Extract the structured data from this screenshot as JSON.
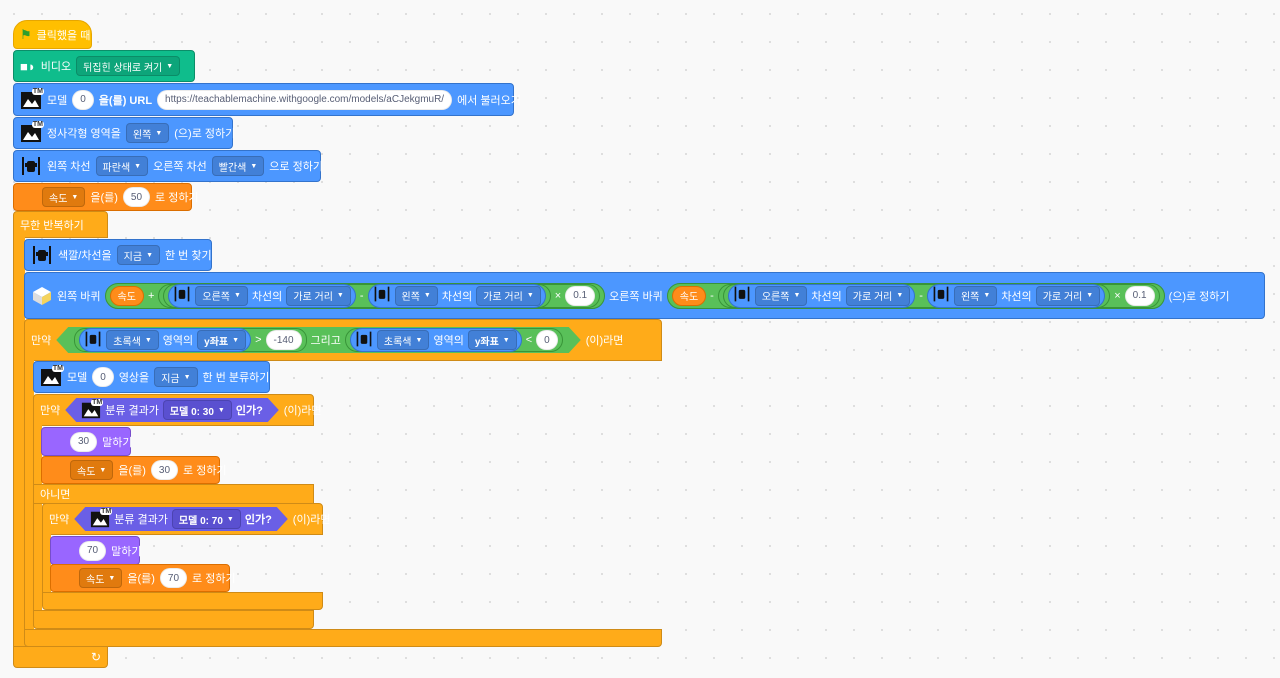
{
  "hat": {
    "label": "클릭했을 때"
  },
  "video": {
    "label": "비디오",
    "value": "뒤집힌 상태로 켜기"
  },
  "load_model": {
    "prefix": "모델",
    "model_no": "0",
    "mid": "을(를) URL",
    "url": "https://teachablemachine.withgoogle.com/models/aCJekgmuR/",
    "suffix": "에서 불러오기"
  },
  "square_area": {
    "prefix": "정사각형 영역을",
    "value": "왼쪽",
    "suffix": "(으)로 정하기"
  },
  "lanes": {
    "left_label": "왼쪽 차선",
    "left_color": "파란색",
    "right_label": "오른쪽 차선",
    "right_color": "빨간색",
    "suffix": "으로 정하기"
  },
  "set_speed": {
    "var": "속도",
    "mid": "을(를)",
    "value": "50",
    "suffix": "로 정하기"
  },
  "forever": {
    "label": "무한 반복하기"
  },
  "find": {
    "prefix": "색깔/차선을",
    "value": "지금",
    "suffix": "한 번 찾기"
  },
  "wheels": {
    "left_label": "왼쪽 바퀴",
    "speed_var": "속도",
    "plus": "+",
    "minus": "-",
    "times": "×",
    "side_right": "오른쪽",
    "side_left": "왼쪽",
    "lane_of": "차선의",
    "dist": "가로 거리",
    "factor": "0.1",
    "right_label": "오른쪽 바퀴",
    "suffix": "(으)로 정하기"
  },
  "if1": {
    "label": "만약",
    "color": "초록색",
    "area_of": "영역의",
    "axis": "y좌표",
    "gt": ">",
    "gt_val": "-140",
    "and": "그리고",
    "lt": "<",
    "lt_val": "0",
    "then": "(이)라면"
  },
  "classify": {
    "prefix": "모델",
    "model_no": "0",
    "mid": "영상을",
    "value": "지금",
    "suffix": "한 번 분류하기"
  },
  "if2": {
    "label": "만약",
    "prefix": "분류 결과가",
    "value": "모델 0: 30",
    "q": "인가?",
    "then": "(이)라면"
  },
  "say30": {
    "value": "30",
    "suffix": "말하기"
  },
  "set30": {
    "var": "속도",
    "mid": "을(를)",
    "value": "30",
    "suffix": "로 정하기"
  },
  "else": {
    "label": "아니면"
  },
  "if3": {
    "label": "만약",
    "prefix": "분류 결과가",
    "value": "모델 0: 70",
    "q": "인가?",
    "then": "(이)라면"
  },
  "say70": {
    "value": "70",
    "suffix": "말하기"
  },
  "set70": {
    "var": "속도",
    "mid": "을(를)",
    "value": "70",
    "suffix": "로 정하기"
  },
  "icons": {
    "flag": "green-flag-icon",
    "camera": "video-camera-icon",
    "tm": "teachable-machine-icon",
    "car": "car-lane-icon",
    "wheel": "robot-wheel-icon",
    "loop": "loop-arrow-icon"
  },
  "colors": {
    "events": "#ffbf00",
    "control": "#ffab19",
    "variables": "#ff8c1a",
    "looks": "#9966ff",
    "extension": "#4c97ff",
    "video": "#0fbd8c",
    "operators": "#59c059"
  }
}
